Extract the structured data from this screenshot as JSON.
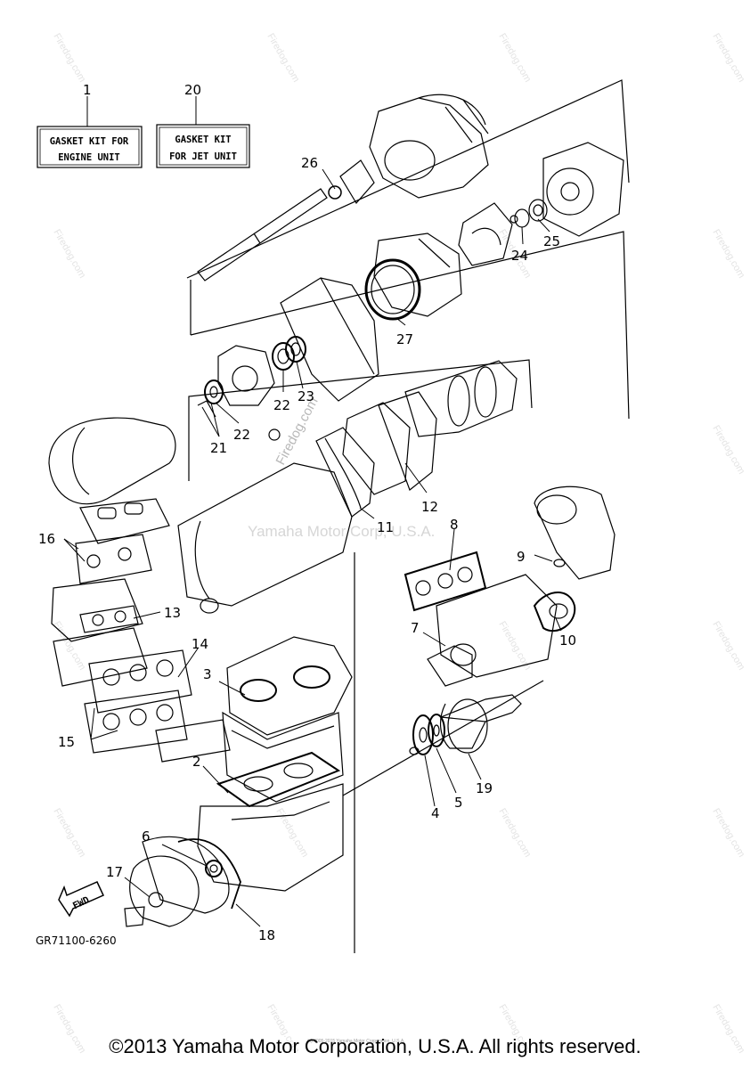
{
  "labels": {
    "kit_engine_line1": "GASKET KIT FOR",
    "kit_engine_line2": "ENGINE UNIT",
    "kit_jet_line1": "GASKET KIT",
    "kit_jet_line2": "FOR JET UNIT",
    "diagram_code": "GR71100-6260",
    "fwd": "FWD"
  },
  "callouts": {
    "c1": "1",
    "c2": "2",
    "c3": "3",
    "c4": "4",
    "c5": "5",
    "c6": "6",
    "c7": "7",
    "c8": "8",
    "c9": "9",
    "c10": "10",
    "c11": "11",
    "c12": "12",
    "c13": "13",
    "c14": "14",
    "c15": "15",
    "c16": "16",
    "c17": "17",
    "c18": "18",
    "c19": "19",
    "c20": "20",
    "c21": "21",
    "c22a": "22",
    "c22b": "22",
    "c23": "23",
    "c24": "24",
    "c25": "25",
    "c26": "26",
    "c27": "27"
  },
  "watermarks": {
    "center": "Yamaha Motor Corp, U.S.A.",
    "site": "Firedog.com",
    "small_footer": "(c) 2005-2015 Yamaha Motor Corporation, U.S.A."
  },
  "footer": "©2013 Yamaha Motor Corporation, U.S.A. All rights reserved."
}
